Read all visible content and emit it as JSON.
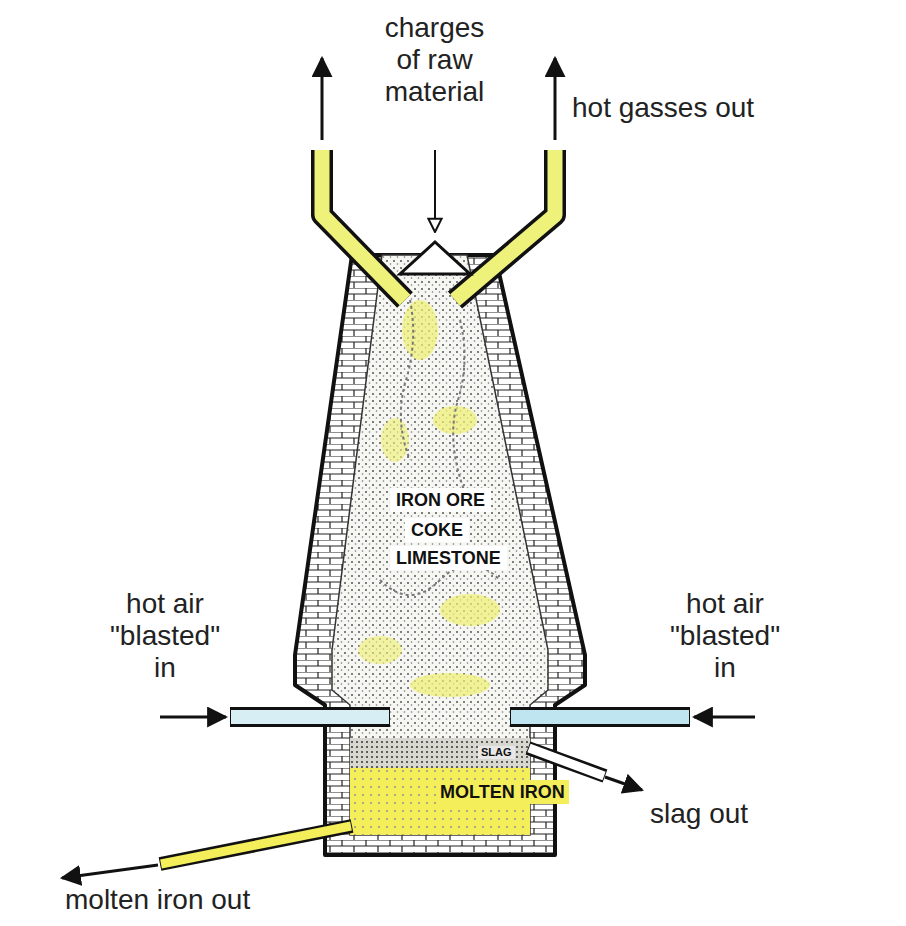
{
  "diagram": {
    "labels": [
      "charges of raw material",
      "hot gasses out",
      "IRON ORE",
      "COKE",
      "LIMESTONE",
      "hot air \"blasted\" in",
      "hot air \"blasted\" in",
      "SLAG",
      "MOLTEN IRON",
      "slag out",
      "molten iron out"
    ]
  }
}
